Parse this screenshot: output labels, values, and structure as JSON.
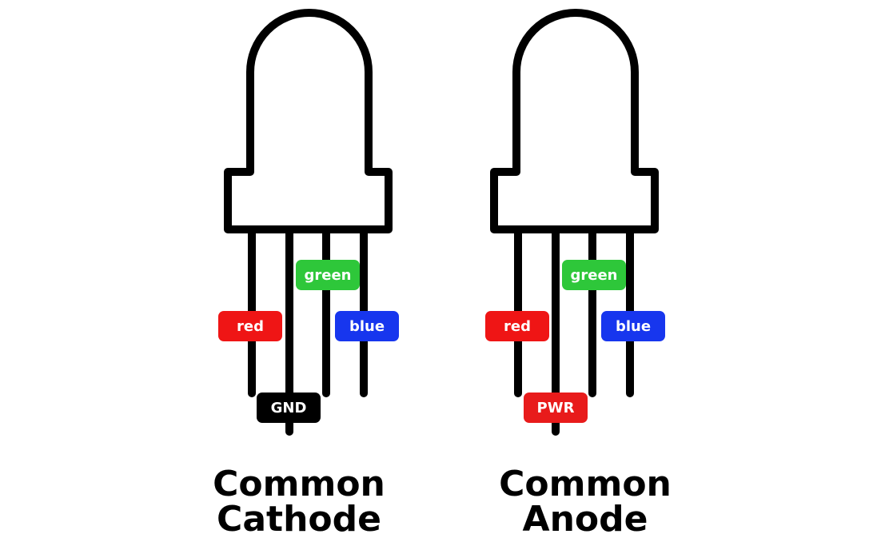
{
  "leds": [
    {
      "name": "cathode",
      "caption_line1": "Common",
      "caption_line2": "Cathode",
      "labels": {
        "red": "red",
        "green": "green",
        "blue": "blue",
        "common": "GND"
      }
    },
    {
      "name": "anode",
      "caption_line1": "Common",
      "caption_line2": "Anode",
      "labels": {
        "red": "red",
        "green": "green",
        "blue": "blue",
        "common": "PWR"
      }
    }
  ],
  "colors": {
    "red": "#ef1515",
    "green": "#2ec73a",
    "blue": "#1736ee",
    "gnd": "#000000",
    "pwr": "#e81b1b",
    "outline": "#000000"
  }
}
